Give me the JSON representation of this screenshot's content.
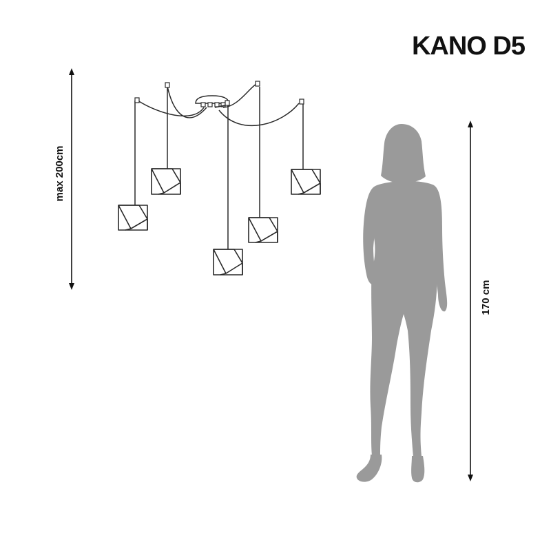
{
  "title": "KANO D5",
  "dimensions": {
    "lamp_height_label": "max 200cm",
    "person_height_label": "170 cm"
  },
  "colors": {
    "silhouette": "#9a9a9a",
    "line": "#2a2a2a",
    "text": "#111111"
  }
}
